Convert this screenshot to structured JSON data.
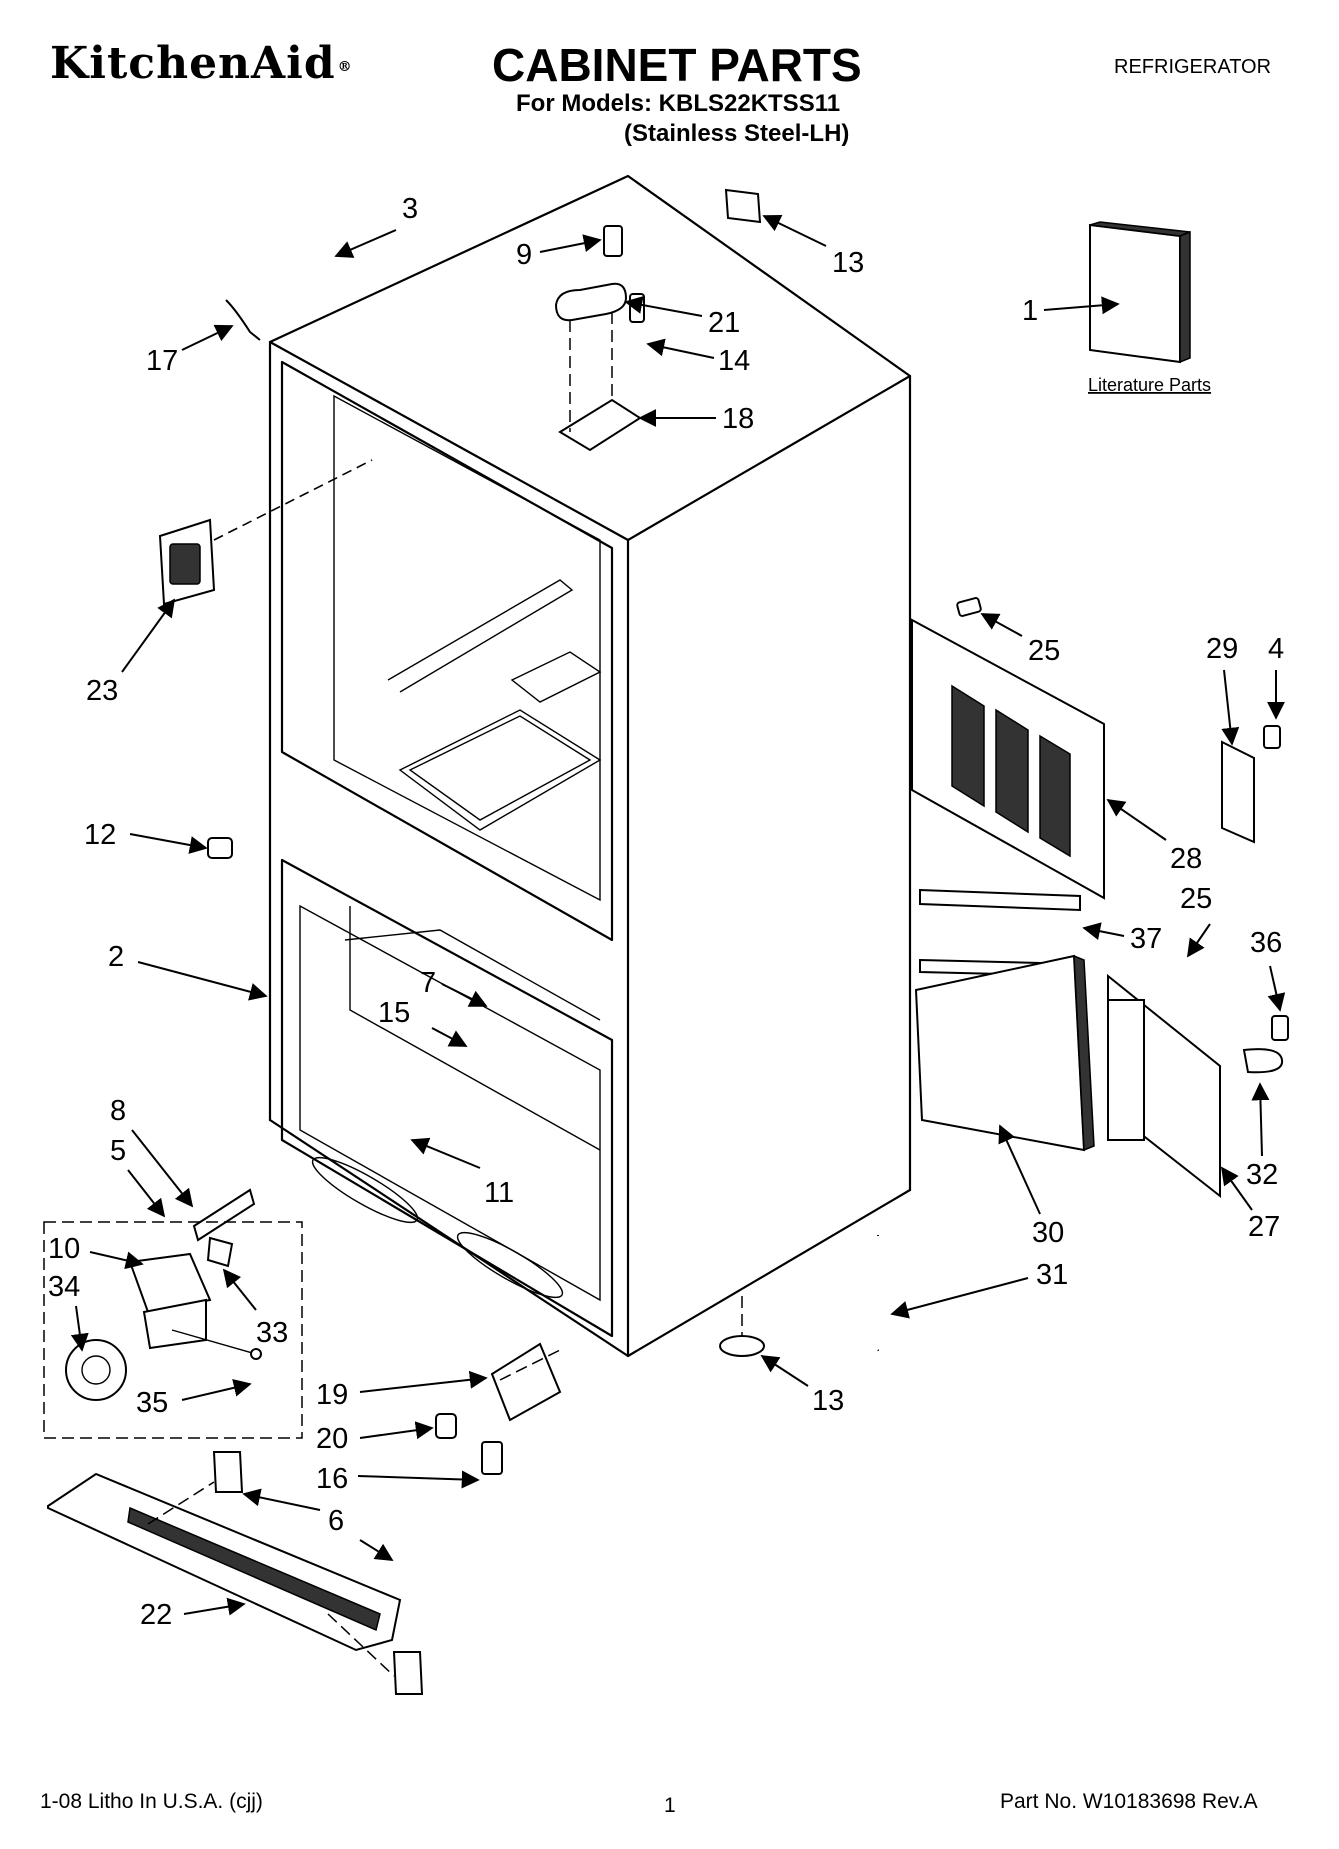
{
  "header": {
    "brand": "KitchenAid",
    "brand_mark": "®",
    "title": "CABINET PARTS",
    "models_line": "For Models: KBLS22KTSS11",
    "variant_line": "(Stainless Steel-LH)",
    "category": "REFRIGERATOR"
  },
  "diagram": {
    "literature_label": "Literature Parts",
    "callouts": {
      "c1": "1",
      "c2": "2",
      "c3": "3",
      "c4": "4",
      "c5": "5",
      "c6": "6",
      "c7": "7",
      "c8": "8",
      "c9": "9",
      "c10": "10",
      "c11": "11",
      "c12": "12",
      "c13a": "13",
      "c13b": "13",
      "c14": "14",
      "c15": "15",
      "c16": "16",
      "c17": "17",
      "c18": "18",
      "c19": "19",
      "c20": "20",
      "c21": "21",
      "c22": "22",
      "c23": "23",
      "c25a": "25",
      "c25b": "25",
      "c27": "27",
      "c28": "28",
      "c29": "29",
      "c30": "30",
      "c31": "31",
      "c32": "32",
      "c33": "33",
      "c34": "34",
      "c35": "35",
      "c36": "36",
      "c37": "37"
    }
  },
  "footer": {
    "litho": "1-08 Litho In U.S.A. (cjj)",
    "page": "1",
    "part_no": "Part No. W10183698 Rev.A"
  }
}
